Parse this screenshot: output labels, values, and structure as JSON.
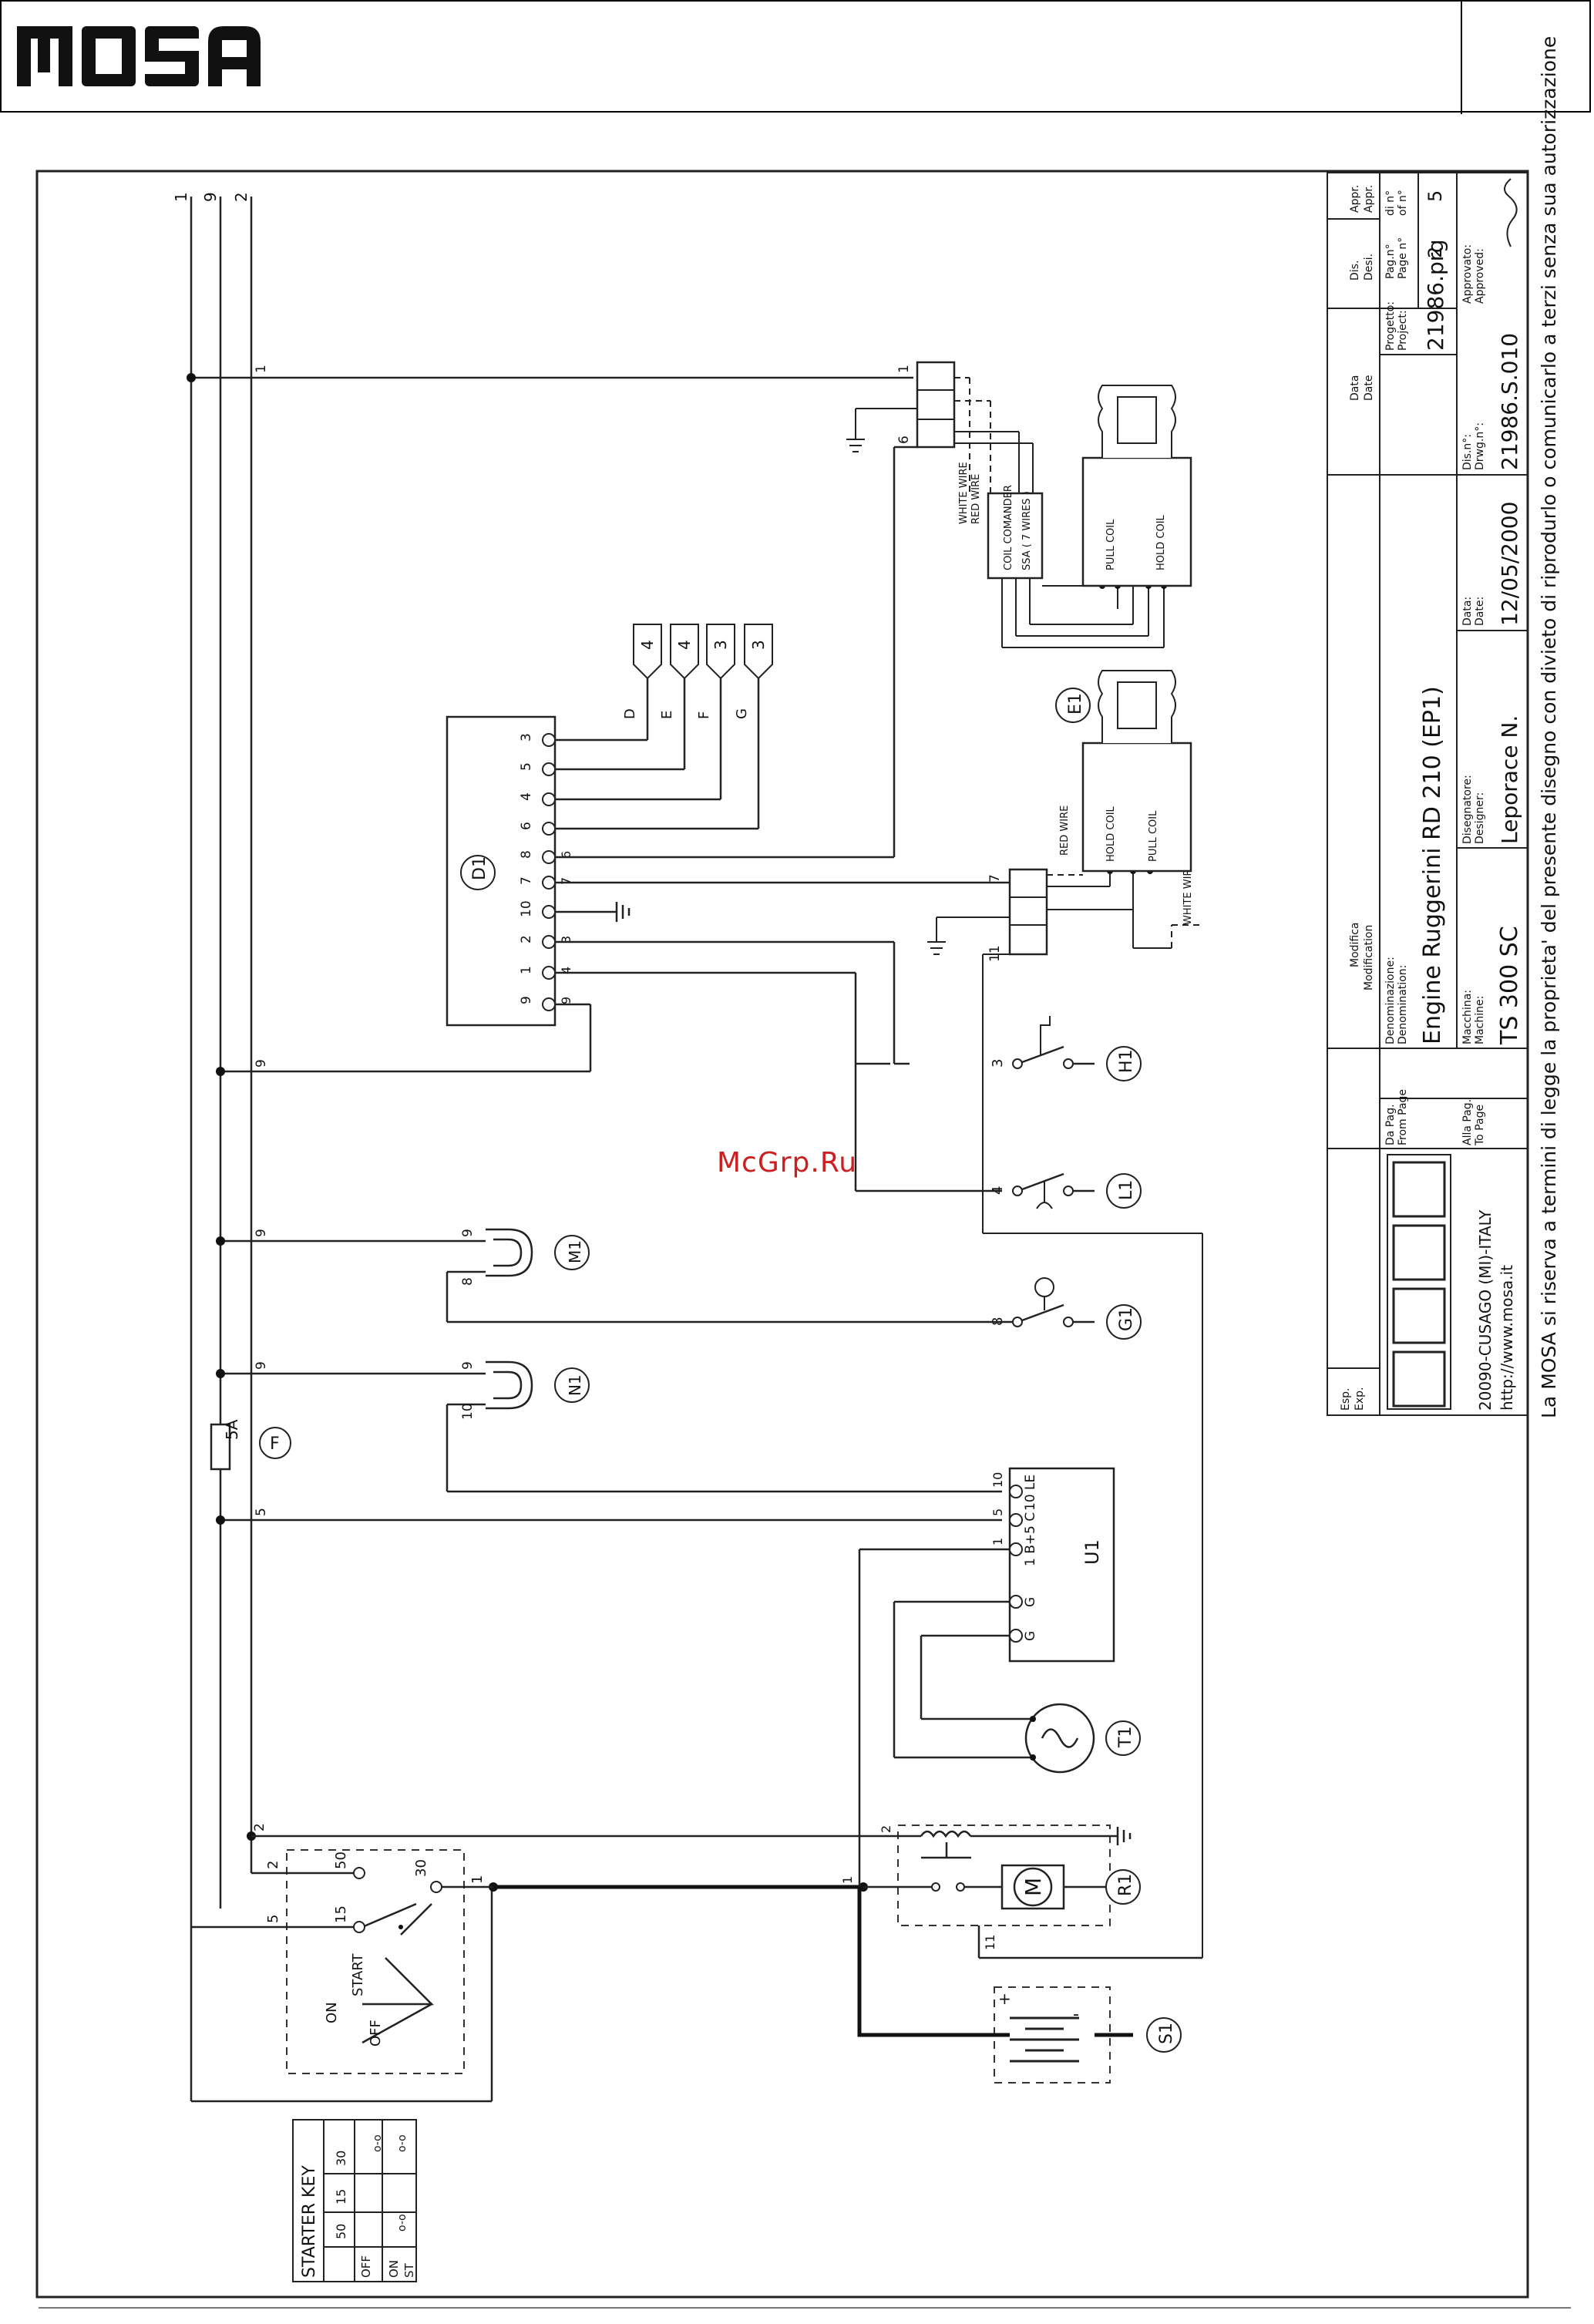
{
  "brand": {
    "logo_text": "MOSA",
    "watermark": "McGrp.Ru"
  },
  "bus_wires": [
    "1",
    "9",
    "2"
  ],
  "components": {
    "D1": "D1",
    "E1": "E1",
    "H1": "H1",
    "L1": "L1",
    "M1": "M1",
    "G1": "G1",
    "N1": "N1",
    "F": "F",
    "U1": "U1",
    "T1": "T1",
    "R1": "R1",
    "S1": "S1"
  },
  "fuse_rating": "5A",
  "d1_terminals": [
    "9",
    "1",
    "2",
    "10",
    "7",
    "8",
    "6",
    "4",
    "5",
    "3"
  ],
  "d1_side_terminals": [
    "9",
    "4",
    "3",
    "7",
    "6"
  ],
  "connectors": [
    {
      "label": "D",
      "code": "4"
    },
    {
      "label": "E",
      "code": "4"
    },
    {
      "label": "F",
      "code": "3"
    },
    {
      "label": "G",
      "code": "3"
    }
  ],
  "u1_terminals": [
    "10 LE",
    "5 C",
    "1 B+",
    "G",
    "G"
  ],
  "wire_labels": {
    "w1": "1",
    "w9a": "9",
    "w9b": "9",
    "w9c": "9",
    "w9m": "9",
    "w8m": "8",
    "w9n": "9",
    "w10n": "10",
    "w5": "5",
    "w2": "2",
    "w3h": "3",
    "w4l": "4",
    "w8g": "8",
    "w10u": "10",
    "w5u": "5",
    "w1u": "1",
    "w2r": "2",
    "w1r": "1",
    "w11r": "11",
    "w6": "6",
    "w7": "7",
    "w11": "11",
    "w1t": "1"
  },
  "solenoid_top": {
    "white_wire": "WHITE WIRE",
    "red_wire": "RED WIRE",
    "coil_commander": "COIL COMANDER",
    "ssa": "SSA ( 7 WIRES )",
    "pull_coil": "PULL COIL",
    "hold_coil": "HOLD COIL"
  },
  "solenoid_e1": {
    "red_wire": "RED WIRE",
    "white_wire": "WHITE WIRE",
    "hold_coil": "HOLD COIL",
    "pull_coil": "PULL COIL"
  },
  "switch": {
    "on": "ON",
    "off": "OFF",
    "start": "START",
    "t50": "50",
    "t15": "15",
    "t30": "30",
    "w2": "2",
    "w5": "5",
    "w1": "1"
  },
  "starter_key_table": {
    "title": "STARTER KEY",
    "headers": [
      "30",
      "15",
      "50"
    ],
    "rows": [
      "OFF",
      "ON",
      "ST"
    ]
  },
  "title_block": {
    "esp": "Esp.",
    "exp": "Exp.",
    "modifica": "Modifica",
    "modification": "Modification",
    "data_it": "Data",
    "data_en": "Date",
    "dis": "Dis.",
    "desi": "Desi.",
    "appr": "Appr.",
    "appr2": "Appr.",
    "pag_n": "Pag.n°",
    "page_n": "Page n°",
    "di_n": "di n°",
    "of_n": "of n°",
    "page_value": "2",
    "of_value": "5",
    "company_address": "20090-CUSAGO (MI)-ITALY",
    "company_url": "http://www.mosa.it",
    "da_pag": "Da Pag.",
    "from_page": "From Page",
    "al_pag": "Alla Pag.",
    "to_page": "To Page",
    "denominazione": "Denominazione:",
    "denomination": "Denomination:",
    "denomination_value": "Engine Ruggerini RD 210 (EP1)",
    "macchina": "Macchina:",
    "machine": "Machine:",
    "machine_value": "TS 300 SC",
    "progetto": "Progetto:",
    "project": "Project:",
    "project_value": "21986.prg",
    "disegnatore": "Disegnatore:",
    "designer": "Designer:",
    "designer_value": "Leporace N.",
    "data_label": "Data:",
    "date_label": "Date:",
    "date_value": "12/05/2000",
    "dis_n": "Dis.n°:",
    "drwg_n": "Drwg.n°:",
    "drawing_value": "21986.S.010",
    "approvato": "Approvato:",
    "approved": "Approved:",
    "legal": "La MOSA si riserva a termini di legge la proprieta' del presente disegno con divieto di riprodurlo o comunicarlo a terzi senza sua autorizzazione"
  }
}
